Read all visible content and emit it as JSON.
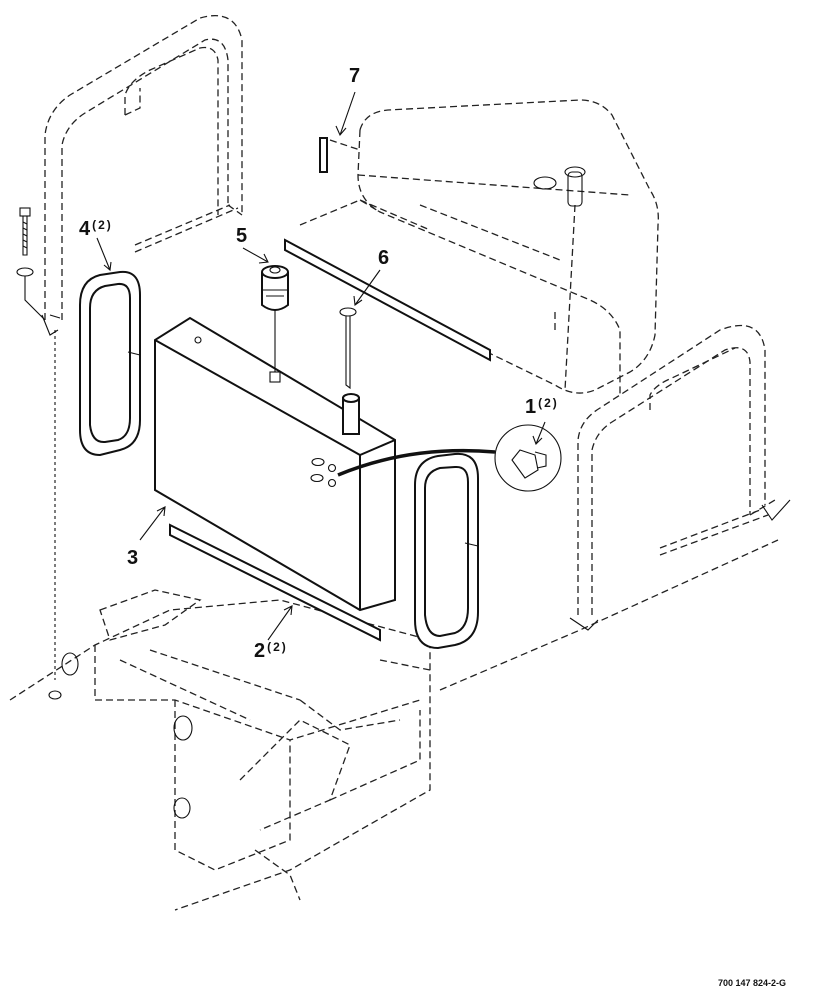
{
  "callouts": [
    {
      "id": "1",
      "number": "1",
      "qty": "(2)"
    },
    {
      "id": "2",
      "number": "2",
      "qty": "(2)"
    },
    {
      "id": "3",
      "number": "3",
      "qty": ""
    },
    {
      "id": "4",
      "number": "4",
      "qty": "(2)"
    },
    {
      "id": "5",
      "number": "5",
      "qty": ""
    },
    {
      "id": "6",
      "number": "6",
      "qty": ""
    },
    {
      "id": "7",
      "number": "7",
      "qty": ""
    }
  ],
  "figure_id": "700 147 824-2-G",
  "colors": {
    "ink": "#111111",
    "paper": "#ffffff"
  }
}
